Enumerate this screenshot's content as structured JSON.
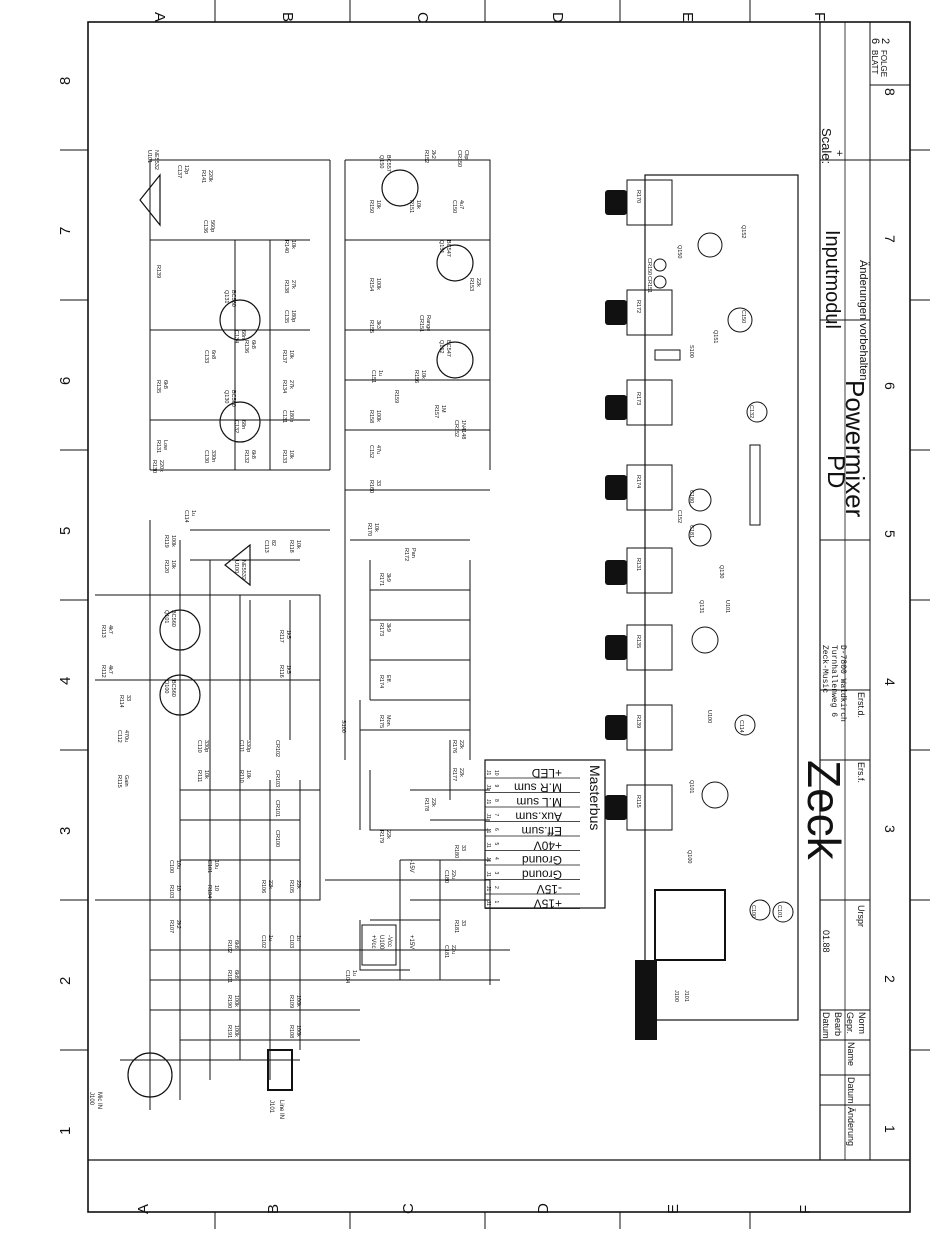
{
  "sheet": {
    "grid_letters": [
      "A",
      "B",
      "C",
      "D",
      "E",
      "F"
    ],
    "grid_numbers": [
      "1",
      "2",
      "3",
      "4",
      "5",
      "6",
      "7",
      "8"
    ],
    "blatt_label": "BLATT",
    "blatt_value": "6",
    "folge_label": "FOLGE",
    "folge_value": "2"
  },
  "title_block": {
    "scale_label": "Scale:",
    "scale_value": "+",
    "module": "Inputmodul",
    "reserve_note": "Änderungen vorbehalten",
    "title_line1": "PD",
    "title_line2": "Powermixer",
    "company_line1": "Zeck-Music",
    "company_line2": "Turnhallenweg 6",
    "company_line3": "D-7800 Waldkirch",
    "logo": "Zeck",
    "ersatz_fuer": "Ers.f.",
    "ersatz_durch": "Erst.d.",
    "ursprung": "Urspr",
    "datum_label": "Datum",
    "datum_value": "01.88",
    "bearb": "Bearb",
    "gepr": "Gepr.",
    "norm": "Norm",
    "name": "Name",
    "datum2": "Datum",
    "aenderung": "Änderung"
  },
  "connector": {
    "title": "Masterbus",
    "pin_prefix": "J1",
    "pins": [
      {
        "num": "10",
        "label": "+LED"
      },
      {
        "num": "9",
        "label": "M.R sum"
      },
      {
        "num": "8",
        "label": "M.L sum"
      },
      {
        "num": "7",
        "label": "Aux.sum"
      },
      {
        "num": "6",
        "label": "Eff.sum"
      },
      {
        "num": "5",
        "label": "+40V"
      },
      {
        "num": "4",
        "label": "Ground"
      },
      {
        "num": "3",
        "label": "Ground"
      },
      {
        "num": "2",
        "label": "-15V"
      },
      {
        "num": "1",
        "label": "+15V"
      }
    ]
  },
  "inputs": {
    "mic": {
      "ref": "J100",
      "label": "Mic IN"
    },
    "line": {
      "ref": "J101",
      "label": "Line IN"
    }
  },
  "components": [
    {
      "ref": "U101",
      "value": "NE5532"
    },
    {
      "ref": "C137",
      "value": "12p"
    },
    {
      "ref": "R141",
      "value": "220k"
    },
    {
      "ref": "C136",
      "value": "560p"
    },
    {
      "ref": "R140",
      "value": "10k"
    },
    {
      "ref": "R139",
      "value": ""
    },
    {
      "ref": "Q131",
      "value": "BC560"
    },
    {
      "ref": "R138",
      "value": "27k"
    },
    {
      "ref": "C135",
      "value": "180p"
    },
    {
      "ref": "C133",
      "value": "6n8"
    },
    {
      "ref": "R136",
      "value": "6k8"
    },
    {
      "ref": "C134",
      "value": "68n"
    },
    {
      "ref": "R137",
      "value": "10k"
    },
    {
      "ref": "R135",
      "value": "6k8"
    },
    {
      "ref": "Q130",
      "value": "BC560"
    },
    {
      "ref": "R134",
      "value": "27k"
    },
    {
      "ref": "C131",
      "value": "180p"
    },
    {
      "ref": "R131",
      "value": "Low"
    },
    {
      "ref": "C130",
      "value": "330n"
    },
    {
      "ref": "R132",
      "value": "6k8"
    },
    {
      "ref": "C132",
      "value": "68n"
    },
    {
      "ref": "R133",
      "value": "10k"
    },
    {
      "ref": "R130",
      "value": "220k"
    },
    {
      "ref": "C114",
      "value": "1u"
    },
    {
      "ref": "R119",
      "value": "100k"
    },
    {
      "ref": "R120",
      "value": "10k"
    },
    {
      "ref": "U100",
      "value": "NE5532"
    },
    {
      "ref": "C113",
      "value": "82"
    },
    {
      "ref": "R118",
      "value": "10k"
    },
    {
      "ref": "R113",
      "value": "4k7"
    },
    {
      "ref": "R112",
      "value": "4k7"
    },
    {
      "ref": "R114",
      "value": "33"
    },
    {
      "ref": "Q101",
      "value": "BC560"
    },
    {
      "ref": "Q100",
      "value": "BC560"
    },
    {
      "ref": "R117",
      "value": "1k5"
    },
    {
      "ref": "R116",
      "value": "1k5"
    },
    {
      "ref": "C112",
      "value": "470u"
    },
    {
      "ref": "R115",
      "value": "Gain"
    },
    {
      "ref": "C110",
      "value": "330p"
    },
    {
      "ref": "C111",
      "value": "330p"
    },
    {
      "ref": "R111",
      "value": "10k"
    },
    {
      "ref": "R110",
      "value": "10k"
    },
    {
      "ref": "CR102",
      "value": ""
    },
    {
      "ref": "CR103",
      "value": ""
    },
    {
      "ref": "CR101",
      "value": ""
    },
    {
      "ref": "CR100",
      "value": ""
    },
    {
      "ref": "C100",
      "value": "10u"
    },
    {
      "ref": "C101",
      "value": "10u"
    },
    {
      "ref": "R103",
      "value": "10"
    },
    {
      "ref": "R104",
      "value": "10"
    },
    {
      "ref": "R106",
      "value": "22k"
    },
    {
      "ref": "R105",
      "value": "22k"
    },
    {
      "ref": "R107",
      "value": "2k2"
    },
    {
      "ref": "R102",
      "value": "6k8"
    },
    {
      "ref": "R101",
      "value": "6k8"
    },
    {
      "ref": "C102",
      "value": "1u"
    },
    {
      "ref": "C103",
      "value": "1u"
    },
    {
      "ref": "R190",
      "value": "100k"
    },
    {
      "ref": "R191",
      "value": "100k"
    },
    {
      "ref": "R109",
      "value": "100k"
    },
    {
      "ref": "R108",
      "value": "100k"
    },
    {
      "ref": "C104",
      "value": "1u"
    },
    {
      "ref": "Q150",
      "value": "BC557"
    },
    {
      "ref": "R152",
      "value": "2k2"
    },
    {
      "ref": "CR150",
      "value": "Clip"
    },
    {
      "ref": "R150",
      "value": "10k"
    },
    {
      "ref": "R151",
      "value": "10k"
    },
    {
      "ref": "C150",
      "value": "4u7"
    },
    {
      "ref": "Q151",
      "value": "BC547"
    },
    {
      "ref": "R154",
      "value": "100k"
    },
    {
      "ref": "R153",
      "value": "22k"
    },
    {
      "ref": "R155",
      "value": "3k3"
    },
    {
      "ref": "CR151",
      "value": "Range"
    },
    {
      "ref": "Q152",
      "value": "BC547"
    },
    {
      "ref": "C151",
      "value": "1u"
    },
    {
      "ref": "R156",
      "value": "10k"
    },
    {
      "ref": "R157",
      "value": "1M"
    },
    {
      "ref": "R158",
      "value": "100k"
    },
    {
      "ref": "R159",
      "value": ""
    },
    {
      "ref": "C152",
      "value": "47u"
    },
    {
      "ref": "CR152",
      "value": "1N4148"
    },
    {
      "ref": "R160",
      "value": "33"
    },
    {
      "ref": "R170",
      "value": "10k"
    },
    {
      "ref": "R172",
      "value": "Pan"
    },
    {
      "ref": "R171",
      "value": "3k9"
    },
    {
      "ref": "R173",
      "value": "3k9"
    },
    {
      "ref": "R174",
      "value": "Eff."
    },
    {
      "ref": "R175",
      "value": "Mon."
    },
    {
      "ref": "S100",
      "value": ""
    },
    {
      "ref": "R176",
      "value": "22k"
    },
    {
      "ref": "R177",
      "value": "22k"
    },
    {
      "ref": "R178",
      "value": "22k"
    },
    {
      "ref": "R179",
      "value": "22k"
    },
    {
      "ref": "C180",
      "value": "22u"
    },
    {
      "ref": "R180",
      "value": "33"
    },
    {
      "ref": "C181",
      "value": "22u"
    },
    {
      "ref": "R181",
      "value": "33"
    }
  ],
  "rail_labels": {
    "neg": "-15V",
    "pos": "+15V",
    "vcc_pos": "+Vcc",
    "vcc_neg": "-Vcc",
    "u100b": "U100"
  },
  "layout_labels": [
    "R170",
    "R172",
    "R173",
    "R174",
    "R131",
    "R135",
    "R139",
    "R115",
    "Q150",
    "Q151",
    "Q152",
    "Q131",
    "Q101",
    "Q100",
    "Q130",
    "C152",
    "C150",
    "C132",
    "C114",
    "C180",
    "C181",
    "C100",
    "C101",
    "CR150",
    "CR151",
    "J100",
    "J101",
    "S100",
    "U100",
    "U101"
  ]
}
